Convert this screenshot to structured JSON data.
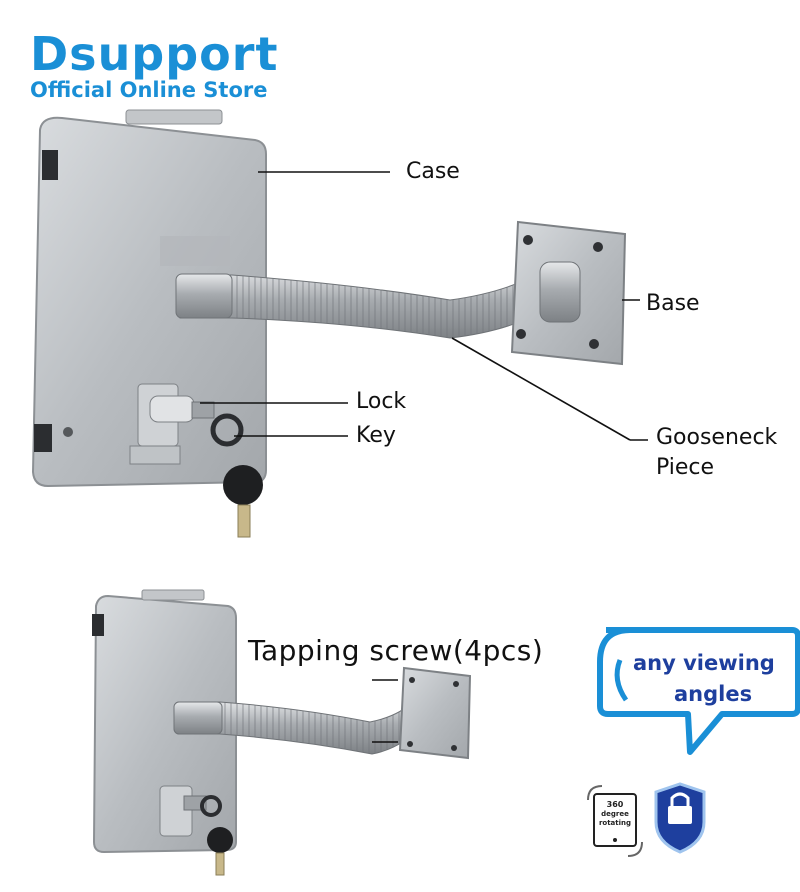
{
  "brand": {
    "name": "Dsupport",
    "tagline": "Official Online Store",
    "color": "#1a8fd6"
  },
  "labels": {
    "case": "Case",
    "base": "Base",
    "lock": "Lock",
    "key": "Key",
    "gooseneck_line1": "Gooseneck",
    "gooseneck_line2": "Piece",
    "tapping_screw": "Tapping screw(4pcs)"
  },
  "bubble": {
    "line1": "any viewing",
    "line2": "angles",
    "border_color": "#1a8fd6",
    "text_color": "#1e3f9e"
  },
  "badges": {
    "rotate_line1": "360",
    "rotate_line2": "degree",
    "rotate_line3": "rotating",
    "lock_label": "LOCK",
    "shield_color": "#1e3f9e",
    "rotate_icon": "rotate-tablet-icon",
    "lock_icon": "lock-shield-icon"
  }
}
